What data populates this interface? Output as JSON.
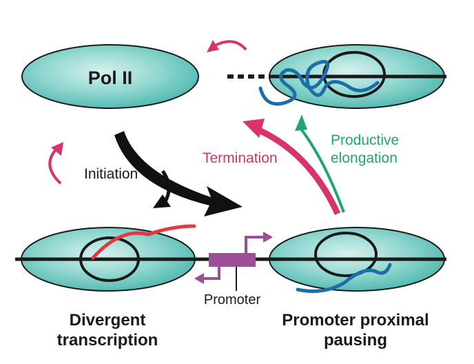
{
  "labels": {
    "pol2": "Pol II",
    "initiation": "Initiation",
    "termination": "Termination",
    "productive_line1": "Productive",
    "productive_line2": "elongation",
    "promoter": "Promoter",
    "divergent_line1": "Divergent",
    "divergent_line2": "transcription",
    "pausing_line1": "Promoter proximal",
    "pausing_line2": "pausing"
  },
  "colors": {
    "polymerase_fill": "#5fc3bb",
    "polymerase_highlight": "#d8f1ee",
    "dna": "#1a1a1a",
    "rna_red": "#e03a3e",
    "rna_blue": "#1b6fa8",
    "termination_pink": "#d8336b",
    "elongation_green": "#1fa673",
    "promoter_purple": "#9c4f96",
    "initiation_arrow": "#111111"
  }
}
